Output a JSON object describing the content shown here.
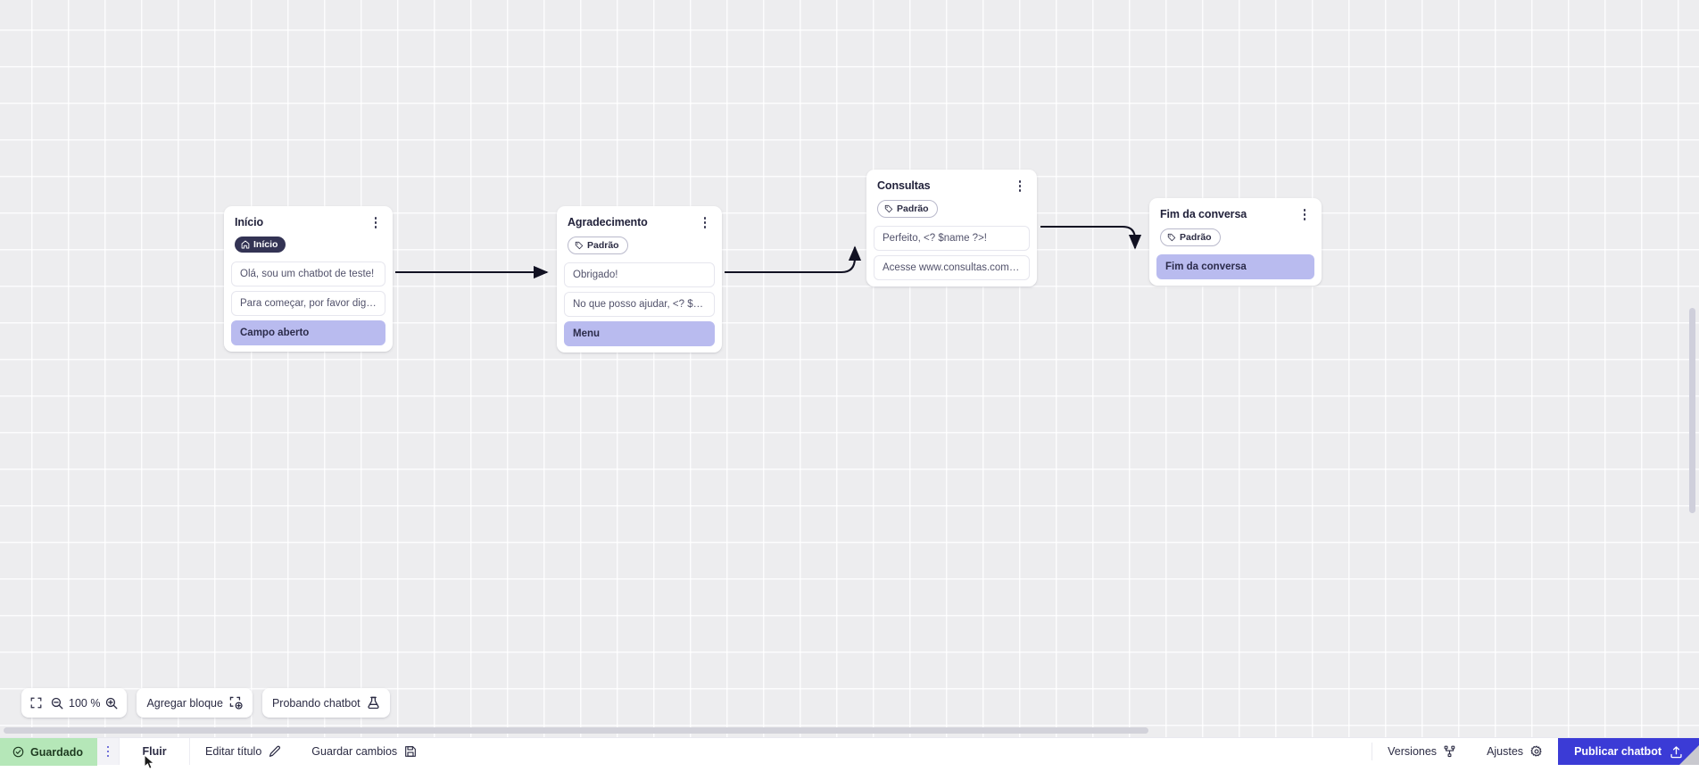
{
  "canvas": {
    "background_color": "#ededef",
    "grid_color": "#ffffff",
    "edge_color": "#111122"
  },
  "nodes": [
    {
      "id": "inicio",
      "title": "Início",
      "badge": {
        "label": "Início",
        "type": "start",
        "icon": "home-icon",
        "color": "#333354"
      },
      "items": [
        {
          "text": "Olá, sou um chatbot de teste!",
          "type": "text"
        },
        {
          "text": "Para começar, por favor digite o ...",
          "type": "text"
        },
        {
          "text": "Campo aberto",
          "type": "action"
        }
      ]
    },
    {
      "id": "agradecimento",
      "title": "Agradecimento",
      "badge": {
        "label": "Padrão",
        "type": "default",
        "icon": "tag-icon",
        "color": "#ffffff"
      },
      "items": [
        {
          "text": "Obrigado!",
          "type": "text"
        },
        {
          "text": "No que posso ajudar, <? $name ...",
          "type": "text"
        },
        {
          "text": "Menu",
          "type": "action"
        }
      ]
    },
    {
      "id": "consultas",
      "title": "Consultas",
      "badge": {
        "label": "Padrão",
        "type": "default",
        "icon": "tag-icon",
        "color": "#ffffff"
      },
      "items": [
        {
          "text": "Perfeito, <? $name ?>!",
          "type": "text"
        },
        {
          "text": "Acesse www.consultas.com par...",
          "type": "text"
        }
      ]
    },
    {
      "id": "fim",
      "title": "Fim da conversa",
      "badge": {
        "label": "Padrão",
        "type": "default",
        "icon": "tag-icon",
        "color": "#ffffff"
      },
      "items": [
        {
          "text": "Fim da conversa",
          "type": "action"
        }
      ]
    }
  ],
  "toolbar": {
    "fit_icon": "fit-screen-icon",
    "zoom_out_icon": "zoom-out-icon",
    "zoom_level": "100 %",
    "zoom_in_icon": "zoom-in-icon",
    "add_block_label": "Agregar bloque",
    "add_block_icon": "add-block-icon",
    "test_chatbot_label": "Probando chatbot",
    "test_chatbot_icon": "flask-icon"
  },
  "bottombar": {
    "saved_label": "Guardado",
    "saved_icon": "check-circle-icon",
    "saved_color": "#b5e7b8",
    "menu_icon": "vertical-dots-icon",
    "active_tab": "Fluir",
    "edit_title_label": "Editar título",
    "edit_title_icon": "pencil-icon",
    "save_changes_label": "Guardar cambios",
    "save_changes_icon": "save-disk-icon",
    "versions_label": "Versiones",
    "versions_icon": "branch-icon",
    "settings_label": "Ajustes",
    "settings_icon": "gear-icon",
    "publish_label": "Publicar chatbot",
    "publish_icon": "upload-icon",
    "publish_color": "#3b3bd6"
  }
}
